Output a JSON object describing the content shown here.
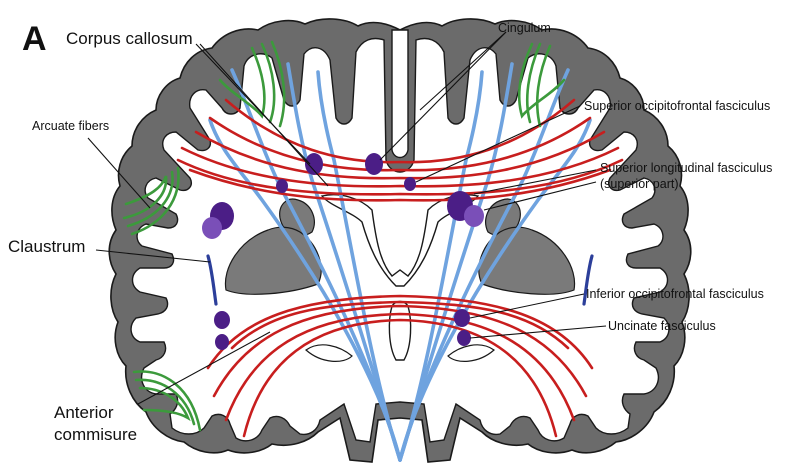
{
  "figure": {
    "panel_letter": "A",
    "labels": {
      "corpus_callosum": "Corpus callosum",
      "cingulum": "Cingulum",
      "arcuate_fibers": "Arcuate fibers",
      "superior_occipitofrontal": "Superior occipitofrontal fasciculus",
      "superior_longitudinal_line1": "Superior longitudinal fasciculus",
      "superior_longitudinal_line2": "(superior part)",
      "claustrum": "Claustrum",
      "inferior_occipitofrontal": "Inferior occipitofrontal fasciculus",
      "uncinate": "Uncinate fasciculus",
      "anterior_commisure_line1": "Anterior",
      "anterior_commisure_line2": "commisure"
    },
    "colors": {
      "cortex_gray": "#6b6b6b",
      "deep_gray": "#7a7a7a",
      "white_matter": "#ffffff",
      "commissural_red": "#c81e1e",
      "projection_blue": "#6fa3df",
      "arcuate_green": "#3c9a3c",
      "bundle_purple": "#4b1e86",
      "bundle_violet": "#7a4fb8",
      "claustrum_blue": "#2c3f9a",
      "text": "#111111"
    }
  }
}
